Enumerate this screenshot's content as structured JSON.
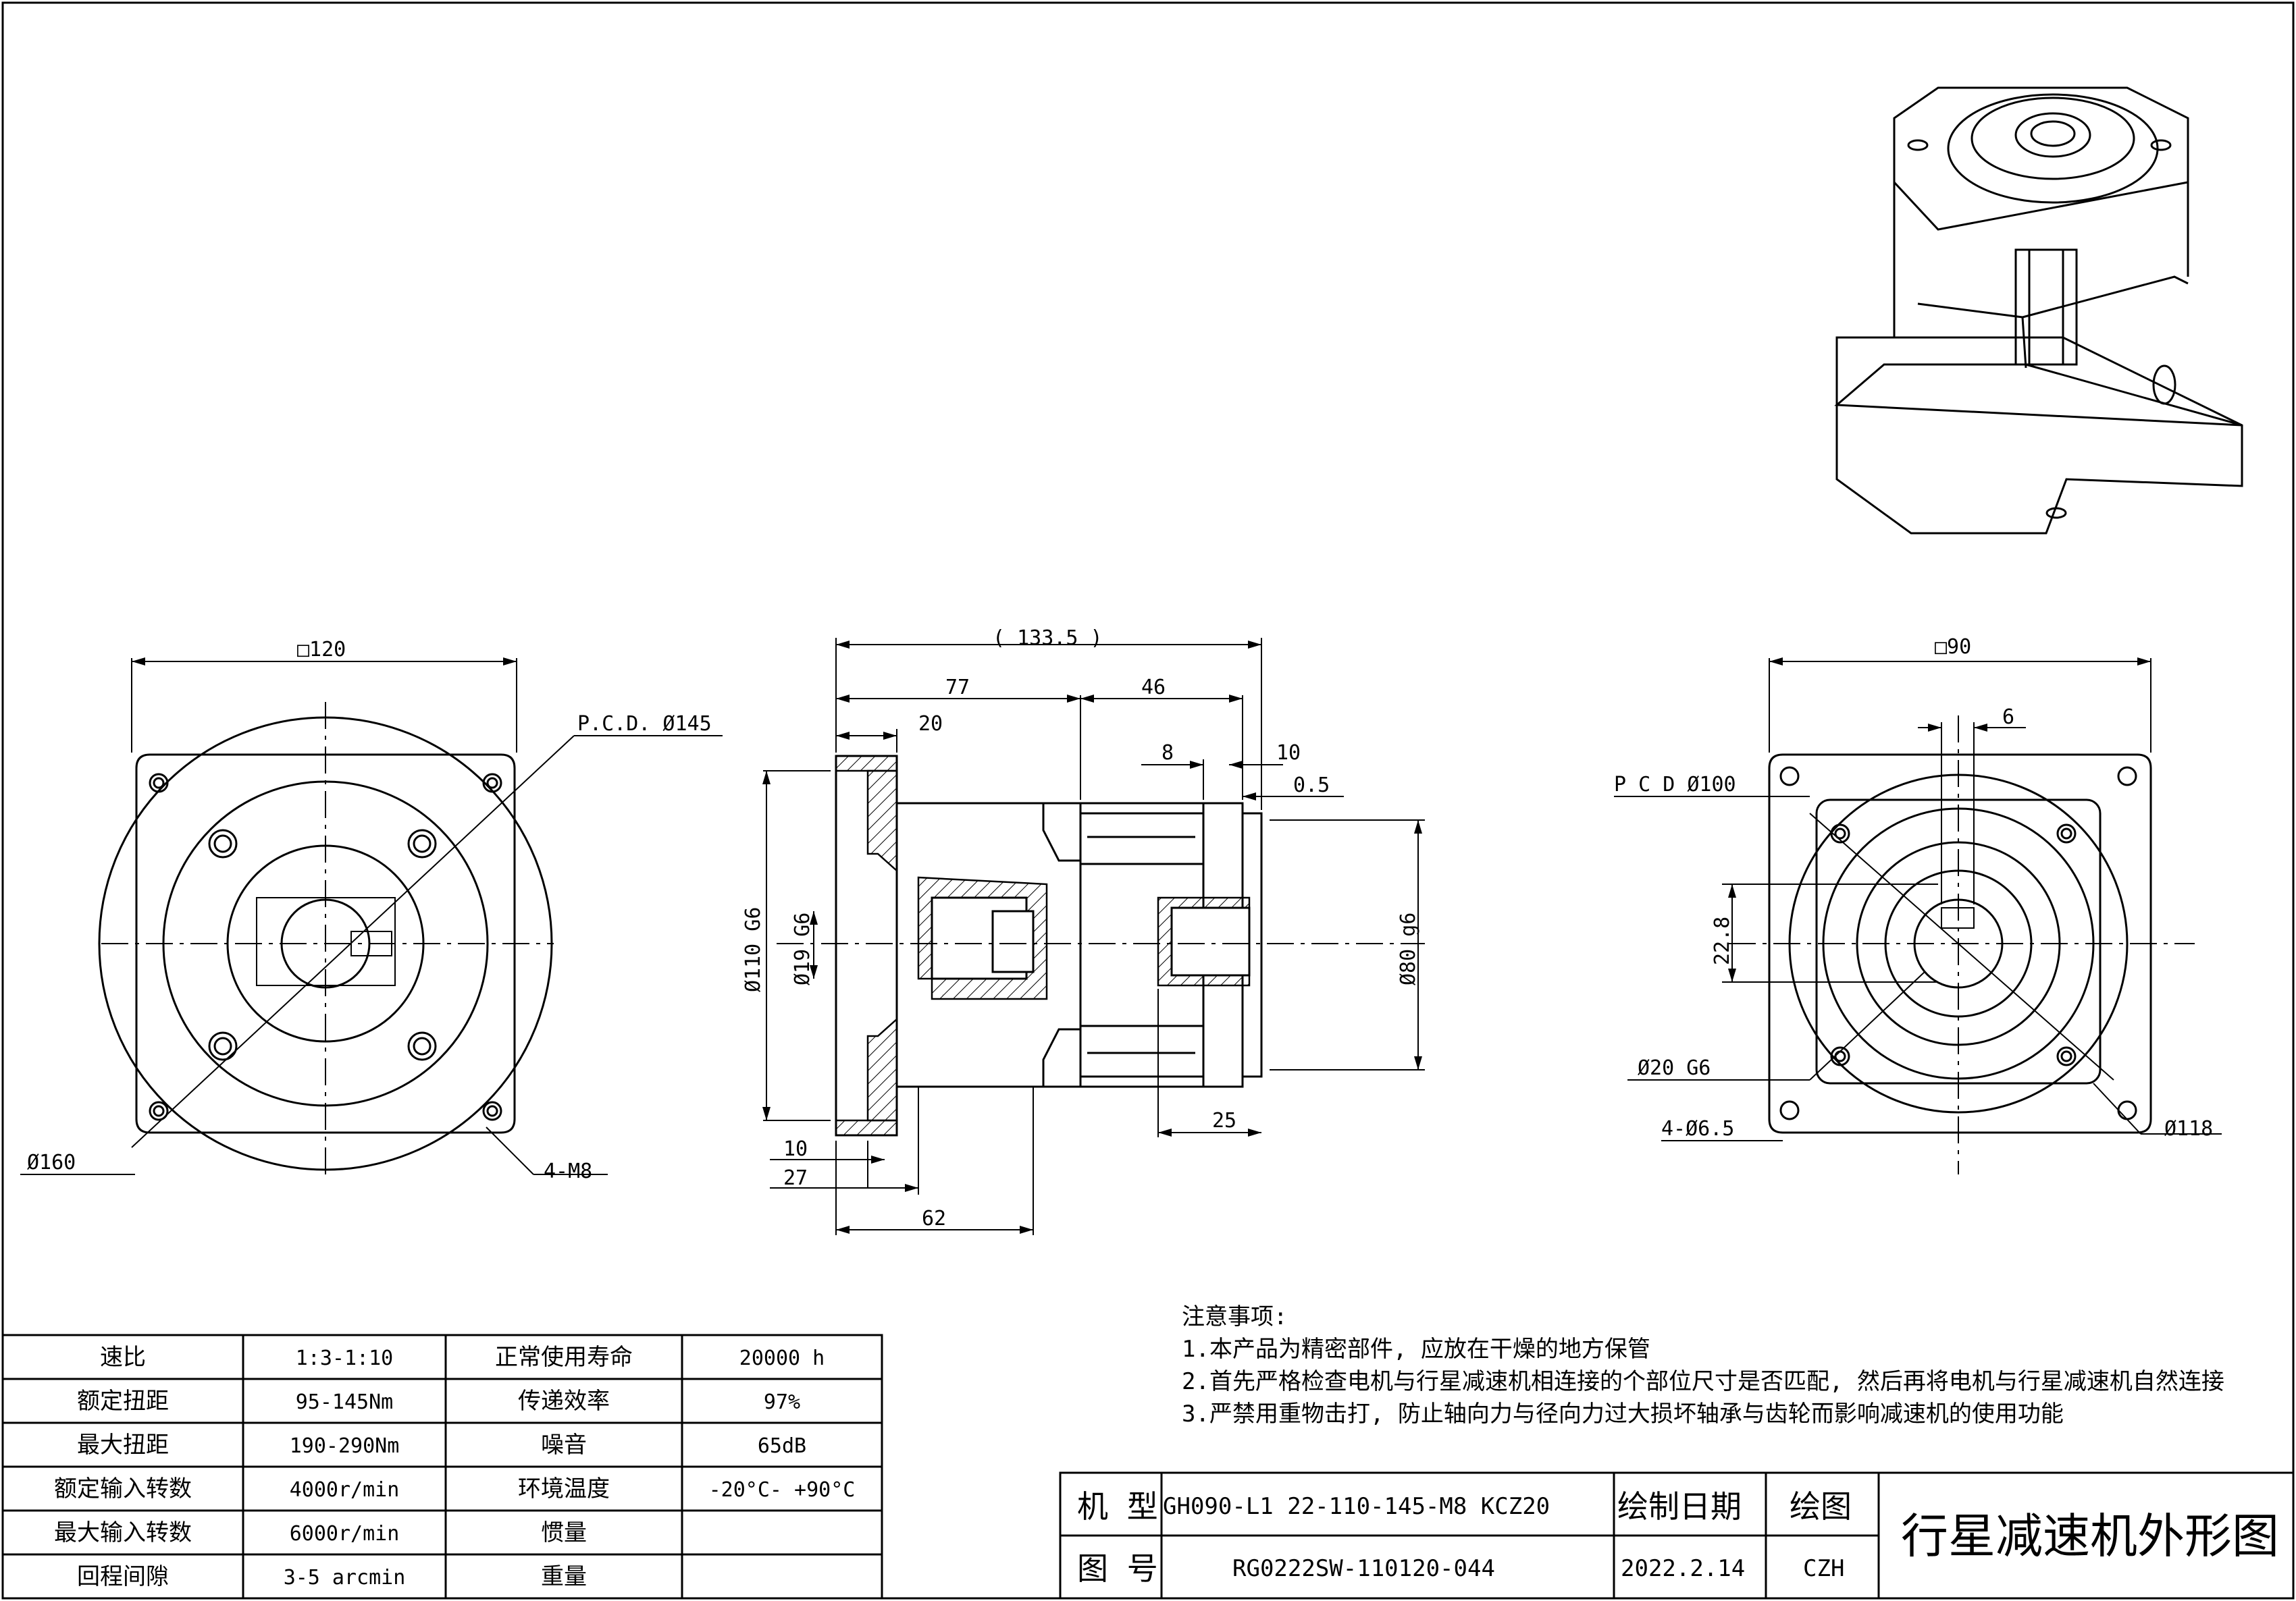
{
  "dims": {
    "left_square": "□120",
    "left_pcd": "P.C.D. Ø145",
    "left_dia": "Ø160",
    "left_bolts": "4-M8",
    "side_total": "( 133.5 )",
    "side_77": "77",
    "side_46": "46",
    "side_20": "20",
    "side_8": "8",
    "side_10_top": "10",
    "side_05": "0.5",
    "side_dia110": "Ø110 G6",
    "side_dia19": "Ø19 G6",
    "side_dia80": "Ø80 g6",
    "side_10_bot": "10",
    "side_27": "27",
    "side_62": "62",
    "side_25": "25",
    "right_square": "□90",
    "right_6": "6",
    "right_pcd": "P C D Ø100",
    "right_228": "22.8",
    "right_dia20": "Ø20 G6",
    "right_holes": "4-Ø6.5",
    "right_dia118": "Ø118"
  },
  "notes": {
    "heading": "注意事项:",
    "line1": "1.本产品为精密部件, 应放在干燥的地方保管",
    "line2": "2.首先严格检查电机与行星减速机相连接的个部位尺寸是否匹配, 然后再将电机与行星减速机自然连接",
    "line3": "3.严禁用重物击打, 防止轴向力与径向力过大损坏轴承与齿轮而影响减速机的使用功能"
  },
  "spec_table": [
    [
      "速比",
      "1:3-1:10",
      "正常使用寿命",
      "20000 h"
    ],
    [
      "额定扭距",
      "95-145Nm",
      "传递效率",
      "97%"
    ],
    [
      "最大扭距",
      "190-290Nm",
      "噪音",
      "65dB"
    ],
    [
      "额定输入转数",
      "4000r/min",
      "环境温度",
      "-20°C- +90°C"
    ],
    [
      "最大输入转数",
      "6000r/min",
      "惯量",
      ""
    ],
    [
      "回程间隙",
      "3-5 arcmin",
      "重量",
      ""
    ]
  ],
  "title_block": {
    "model_label": "机 型",
    "model_value": "GH090-L1 22-110-145-M8 KCZ20",
    "date_label": "绘制日期",
    "drawer_label": "绘图",
    "drawing_label": "图 号",
    "drawing_value": "RG0222SW-110120-044",
    "date_value": "2022.2.14",
    "drawer_value": "CZH",
    "title": "行星减速机外形图"
  }
}
